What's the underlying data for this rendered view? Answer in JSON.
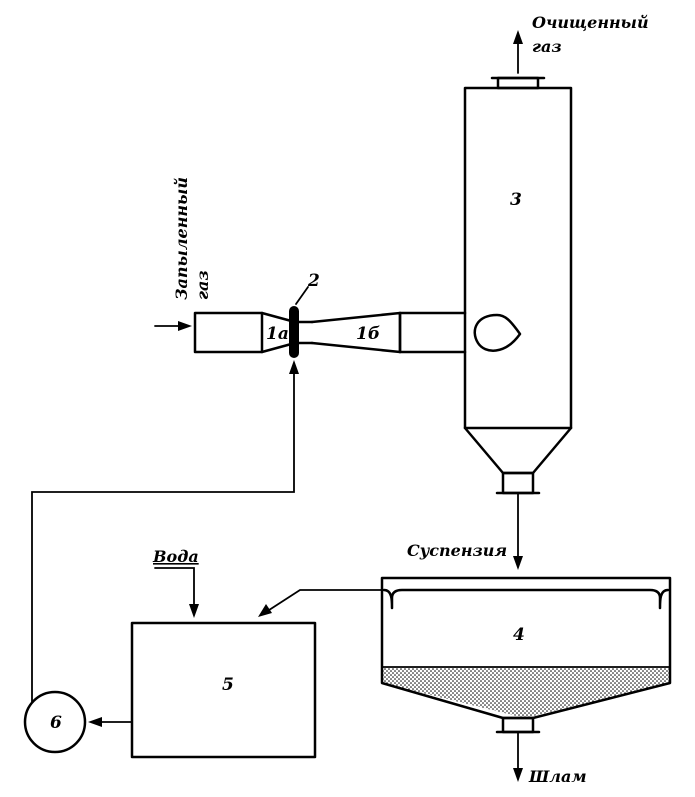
{
  "labels": {
    "clean_gas_line1": "Очищенный",
    "clean_gas_line2": "газ",
    "dusty_gas_line1": "Запыленный",
    "dusty_gas_line2": "газ",
    "water": "Вода",
    "suspension": "Суспензия",
    "sludge": "Шлам"
  },
  "components": {
    "venturi_confuser": "1а",
    "venturi_diffuser": "1б",
    "nozzle": "2",
    "separator": "3",
    "settler": "4",
    "tank": "5",
    "pump": "6"
  }
}
